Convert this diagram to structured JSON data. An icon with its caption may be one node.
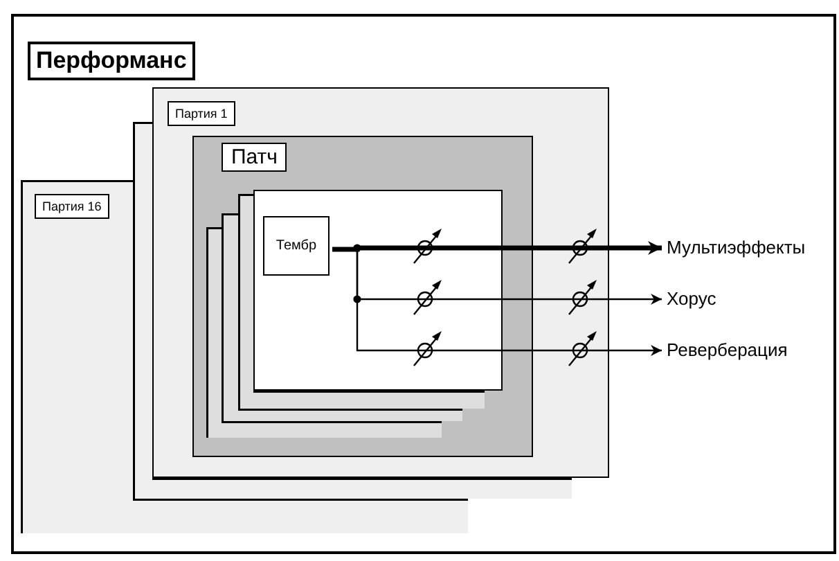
{
  "diagram": {
    "nodes": [
      {
        "text": [
          "Перформанс"
        ]
      },
      {
        "text": [
          "Партия 16"
        ],
        "in": 0
      },
      {
        "text": [],
        "shape": "box",
        "in": 0
      },
      {
        "text": [
          "Партия 1"
        ],
        "in": 0
      },
      {
        "text": [
          "Патч"
        ],
        "in": 3
      },
      {
        "text": [],
        "shape": "box",
        "in": 4
      },
      {
        "text": [],
        "shape": "box",
        "in": 4
      },
      {
        "text": [],
        "shape": "box",
        "in": 4
      },
      {
        "text": [],
        "shape": "box",
        "in": 4
      },
      {
        "text": [
          "Тембр"
        ],
        "in": 8
      },
      {
        "text": [
          "Мультиэффекты"
        ],
        "in": 0
      },
      {
        "text": [
          "Хорус"
        ],
        "in": 0
      },
      {
        "text": [
          "Реверберация"
        ],
        "in": 0
      }
    ],
    "edges": [
      {
        "from": 9,
        "to": 10,
        "arrow": "to",
        "style": "thick"
      },
      {
        "from": 9,
        "to": 11,
        "arrow": "to"
      },
      {
        "from": 9,
        "to": 12,
        "arrow": "to"
      }
    ]
  }
}
